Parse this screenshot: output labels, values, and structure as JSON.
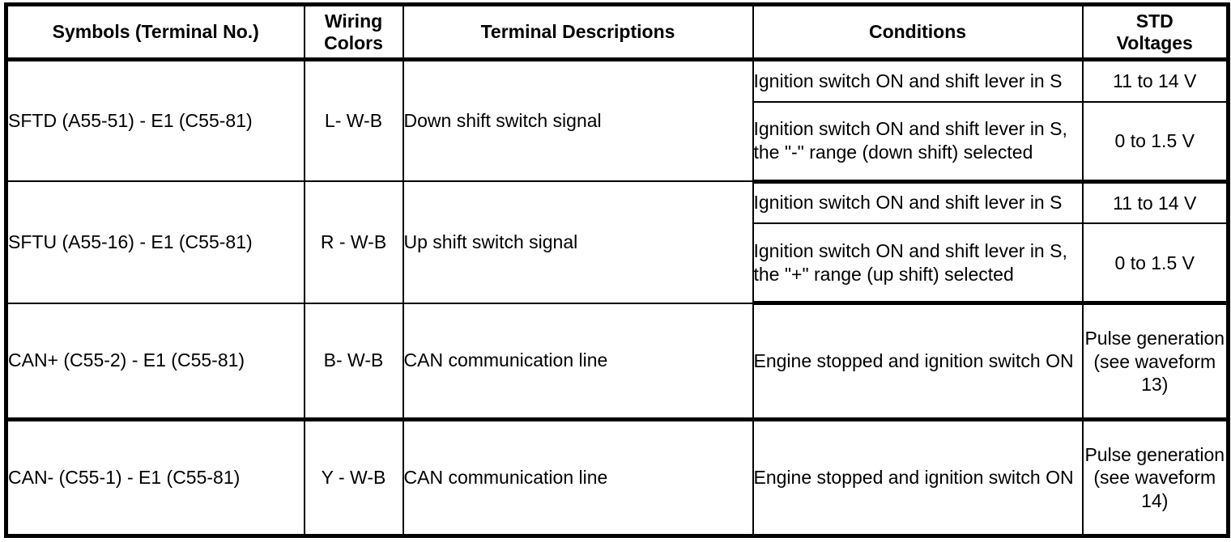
{
  "table": {
    "headers": [
      {
        "id": "symbols",
        "label": "Symbols (Terminal No.)"
      },
      {
        "id": "colors",
        "label": "Wiring\nColors"
      },
      {
        "id": "descriptions",
        "label": "Terminal Descriptions"
      },
      {
        "id": "conditions",
        "label": "Conditions"
      },
      {
        "id": "voltages",
        "label": "STD\nVoltages"
      }
    ],
    "header_labels": {
      "symbols": "Symbols (Terminal No.)",
      "colors_line1": "Wiring",
      "colors_line2": "Colors",
      "descriptions": "Terminal Descriptions",
      "conditions": "Conditions",
      "voltages_line1": "STD",
      "voltages_line2": "Voltages"
    },
    "rows": [
      {
        "symbol": "SFTD (A55-51) - E1 (C55-81)",
        "wiring_color": "L- W-B",
        "description": "Down shift switch signal",
        "entries": [
          {
            "condition": "Ignition switch ON and shift lever in S",
            "voltage": "11 to 14 V"
          },
          {
            "condition": "Ignition switch ON and shift lever in S, the \"-\" range (down shift) selected",
            "voltage": "0 to 1.5 V"
          }
        ]
      },
      {
        "symbol": "SFTU (A55-16) - E1 (C55-81)",
        "wiring_color": "R - W-B",
        "description": "Up shift switch signal",
        "entries": [
          {
            "condition": "Ignition switch ON and shift lever in S",
            "voltage": "11 to 14 V"
          },
          {
            "condition": "Ignition switch ON and shift lever in S, the \"+\" range (up shift) selected",
            "voltage": "0 to 1.5 V"
          }
        ]
      },
      {
        "symbol": "CAN+ (C55-2) - E1 (C55-81)",
        "wiring_color": "B- W-B",
        "description": "CAN communication line",
        "entries": [
          {
            "condition": "Engine stopped and ignition switch ON",
            "voltage": "Pulse generation (see waveform 13)"
          }
        ]
      },
      {
        "symbol": "CAN- (C55-1) - E1 (C55-81)",
        "wiring_color": "Y - W-B",
        "description": "CAN communication line",
        "entries": [
          {
            "condition": "Engine stopped and ignition switch ON",
            "voltage": "Pulse generation (see waveform 14)"
          }
        ]
      }
    ]
  },
  "colors": {
    "border": "#000000",
    "text": "#000000",
    "background": "#ffffff"
  }
}
